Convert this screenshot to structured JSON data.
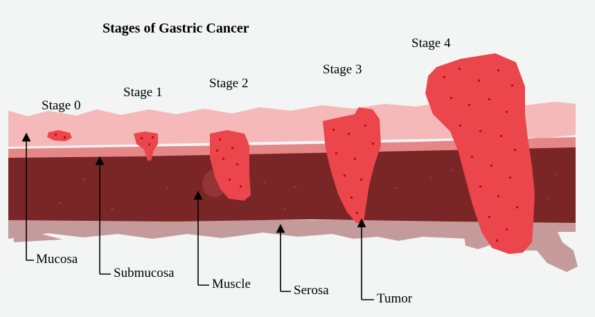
{
  "title": "Stages of Gastric Cancer",
  "stages": [
    "Stage 0",
    "Stage 1",
    "Stage 2",
    "Stage 3",
    "Stage 4"
  ],
  "layers": [
    "Mucosa",
    "Submucosa",
    "Muscle",
    "Serosa"
  ],
  "tumor_label": "Tumor",
  "colors": {
    "mucosa": "#f6b9b9",
    "submucosa": "#e58787",
    "muscle": "#7a2626",
    "serosa": "#c49a9a",
    "tumor": "#ea464c",
    "tumor_spot": "#d4000a",
    "background": "#f3f4f4"
  }
}
